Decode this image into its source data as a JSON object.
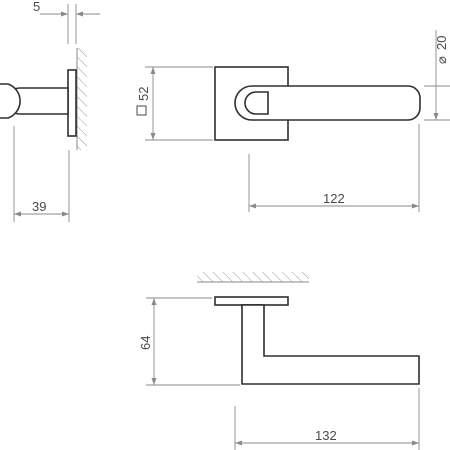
{
  "drawing": {
    "side_view": {
      "dim_rose_thickness": "5",
      "dim_projection": "39"
    },
    "front_view": {
      "square_symbol": "□",
      "dim_rose_size": "52",
      "dim_lever_length": "122",
      "diameter_symbol": "⌀",
      "dim_lever_diameter": "20"
    },
    "top_view": {
      "dim_height": "64",
      "dim_lever_length": "132"
    }
  },
  "colors": {
    "outline": "#2f2f2f",
    "dimension": "#8a8a8a",
    "text": "#4a4a4a"
  }
}
